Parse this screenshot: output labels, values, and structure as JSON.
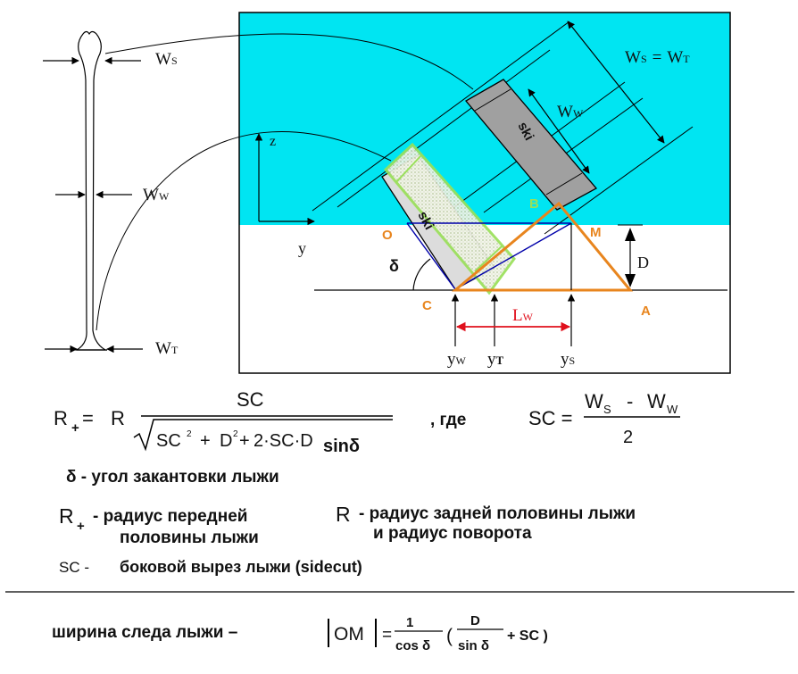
{
  "diagram": {
    "ski_top_label": "ski",
    "ski_bottom_label": "ski",
    "points": {
      "O": "O",
      "B": "B",
      "M": "M",
      "C": "C",
      "A": "A"
    },
    "axes": {
      "z": "z",
      "y": "y"
    },
    "angle": "δ",
    "D": "D",
    "W": "W",
    "L": "L",
    "y": "y",
    "sub": {
      "S": "S",
      "T": "T",
      "W": "W"
    },
    "eq_sign": "=",
    "colors": {
      "snow_sky": "#00e5f2",
      "orange": "#e8851e",
      "blue": "#0000aa",
      "green": "#9ae05a",
      "red": "#e0101c"
    }
  },
  "formulas": {
    "r_plus": "R",
    "r_plus_sub": "+",
    "eq": "=",
    "r": "R",
    "sc_numer": "SC",
    "sqrt_sc": "SC",
    "sq": "2",
    "plus": "+",
    "d": "D",
    "two_sc_d": "2·SC·D",
    "sin_delta": "sinδ",
    "comma_where": ",  где",
    "sc_lhs": "SC =",
    "ws_ww": "W",
    "s": "S",
    "minus": "-",
    "w_sub": "W",
    "two": "2"
  },
  "legend": {
    "delta_line": "δ - угол закантовки лыжи",
    "rplus_desc_1": "- радиус передней",
    "rplus_desc_2": "половины лыжи",
    "r_desc_1": "- радиус задней  половины лыжи",
    "r_desc_2": "и  радиус поворота",
    "sc_label": "SC -",
    "sc_desc": "боковой вырез лыжи (sidecut)"
  },
  "bottom": {
    "label": "ширина следа лыжи  –",
    "om": "OM",
    "eq": "=",
    "one": "1",
    "cos_delta": "cos δ",
    "paren_open": "(",
    "d": "D",
    "sin_delta": "sin δ",
    "plus_sc": "+ SC )"
  }
}
